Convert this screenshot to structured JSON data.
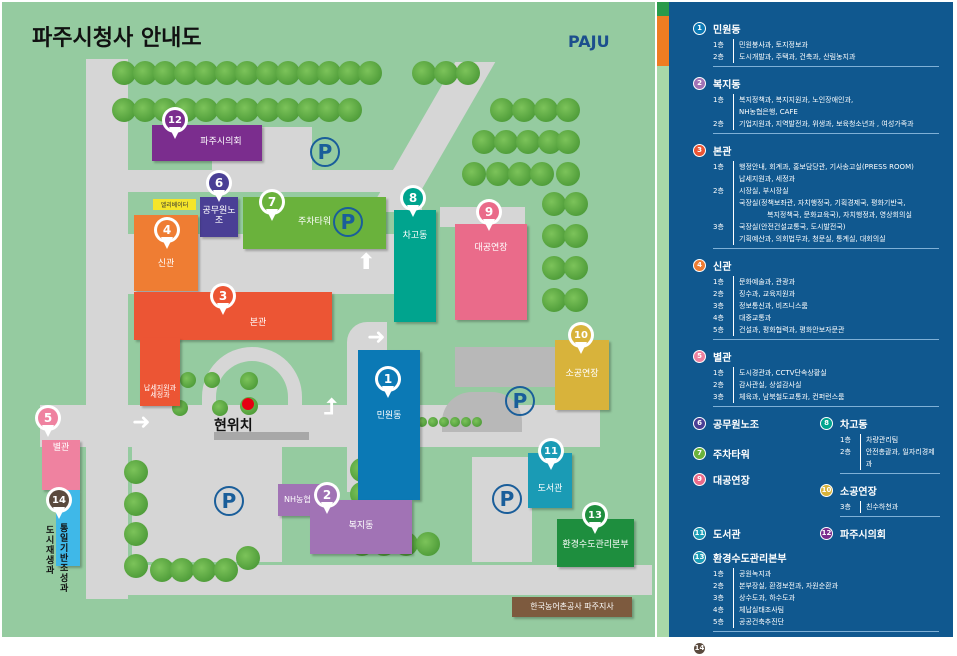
{
  "title": "파주시청사 안내도",
  "logo": "PAJU",
  "current_location": "현위치",
  "elevator": "엘리베이터",
  "nh_label": "NH농협",
  "korea_rural": "한국농어촌공사 파주지사",
  "parking": "P",
  "buildings": [
    {
      "num": "1",
      "name": "민원동",
      "color": "#0b79b5"
    },
    {
      "num": "2",
      "name": "복지동",
      "color": "#a173b5"
    },
    {
      "num": "3",
      "name": "본관",
      "sub": "납세지원과 세정과",
      "color": "#ec5534"
    },
    {
      "num": "4",
      "name": "신관",
      "color": "#ef7d33"
    },
    {
      "num": "5",
      "name": "별관",
      "color": "#ef82a0"
    },
    {
      "num": "6",
      "name": "공무원노조",
      "color": "#4a3f95"
    },
    {
      "num": "7",
      "name": "주차타워",
      "color": "#6ab23c"
    },
    {
      "num": "8",
      "name": "차고동",
      "color": "#00a48e"
    },
    {
      "num": "9",
      "name": "대공연장",
      "color": "#ea6b8a"
    },
    {
      "num": "10",
      "name": "소공연장",
      "color": "#d8b33b"
    },
    {
      "num": "11",
      "name": "도서관",
      "color": "#1a9bb5"
    },
    {
      "num": "12",
      "name": "파주시의회",
      "color": "#7b2d8e"
    },
    {
      "num": "13",
      "name": "환경수도관리본부",
      "color": "#1e8e3e"
    },
    {
      "num": "14",
      "name": "통일기반조성과",
      "name2": "도시재생과",
      "color": "#5a4a3e"
    }
  ],
  "directory": {
    "s1": {
      "title": "민원동",
      "floors": [
        [
          "1층",
          "민원봉사과, 토지정보과"
        ],
        [
          "2층",
          "도시개발과, 주택과, 건축과, 산림농지과"
        ]
      ]
    },
    "s2": {
      "title": "복지동",
      "floors": [
        [
          "1층",
          "복지정책과, 복지지원과, 노인장애인과,"
        ],
        [
          "",
          "NH농협은행, CAFE"
        ],
        [
          "2층",
          "기업지원과, 지역발전과, 위생과, 보육청소년과 , 여성가족과"
        ]
      ]
    },
    "s3": {
      "title": "본관",
      "floors": [
        [
          "1층",
          "행정안내, 회계과, 홍보담당관, 기사송고실(PRESS ROOM)"
        ],
        [
          "",
          "납세지원과, 세정과"
        ],
        [
          "2층",
          "시장실, 부시장실"
        ],
        [
          "",
          "국장실(정책보좌관, 자치행정국, 기획경제국, 평화기반국,"
        ],
        [
          "",
          "　　　　복지정책국, 문화교육국), 자치행정과, 영상회의실"
        ],
        [
          "3층",
          "국장실(안전건설교통국, 도시발전국)"
        ],
        [
          "",
          "기획예산과, 의회법무과, 청문실, 통계실, 대회의실"
        ]
      ]
    },
    "s4": {
      "title": "신관",
      "floors": [
        [
          "1층",
          "문화예술과, 관광과"
        ],
        [
          "2층",
          "징수과, 교육지원과"
        ],
        [
          "3층",
          "정보통신과, 비즈니스룸"
        ],
        [
          "4층",
          "대중교통과"
        ],
        [
          "5층",
          "건설과, 평화협력과, 평화안보자문관"
        ]
      ]
    },
    "s5": {
      "title": "별관",
      "floors": [
        [
          "1층",
          "도시경관과, CCTV단속상황실"
        ],
        [
          "2층",
          "감사관실, 상설감사실"
        ],
        [
          "3층",
          "체육과, 남북철도교통과, 컨퍼런스룸"
        ]
      ]
    },
    "s6": {
      "title": "공무원노조"
    },
    "s7": {
      "title": "주차타워"
    },
    "s8": {
      "title": "차고동",
      "floors": [
        [
          "1층",
          "차량관리팀"
        ],
        [
          "2층",
          "안전총괄과,  일자리경제과"
        ]
      ]
    },
    "s9": {
      "title": "대공연장"
    },
    "s10": {
      "title": "소공연장",
      "floors": [
        [
          "3층",
          "친수하천과"
        ]
      ]
    },
    "s11": {
      "title": "도서관"
    },
    "s12": {
      "title": "파주시의회"
    },
    "s13": {
      "title": "환경수도관리본부",
      "floors": [
        [
          "1층",
          "공원녹지과"
        ],
        [
          "2층",
          "본부장실, 환경보전과, 자원순환과"
        ],
        [
          "3층",
          "상수도과, 하수도과"
        ],
        [
          "4층",
          "체납실태조사팀"
        ],
        [
          "5층",
          "공공건축추진단"
        ]
      ]
    },
    "s14": {
      "title": "통일기반조성과, 도시재생과"
    }
  }
}
